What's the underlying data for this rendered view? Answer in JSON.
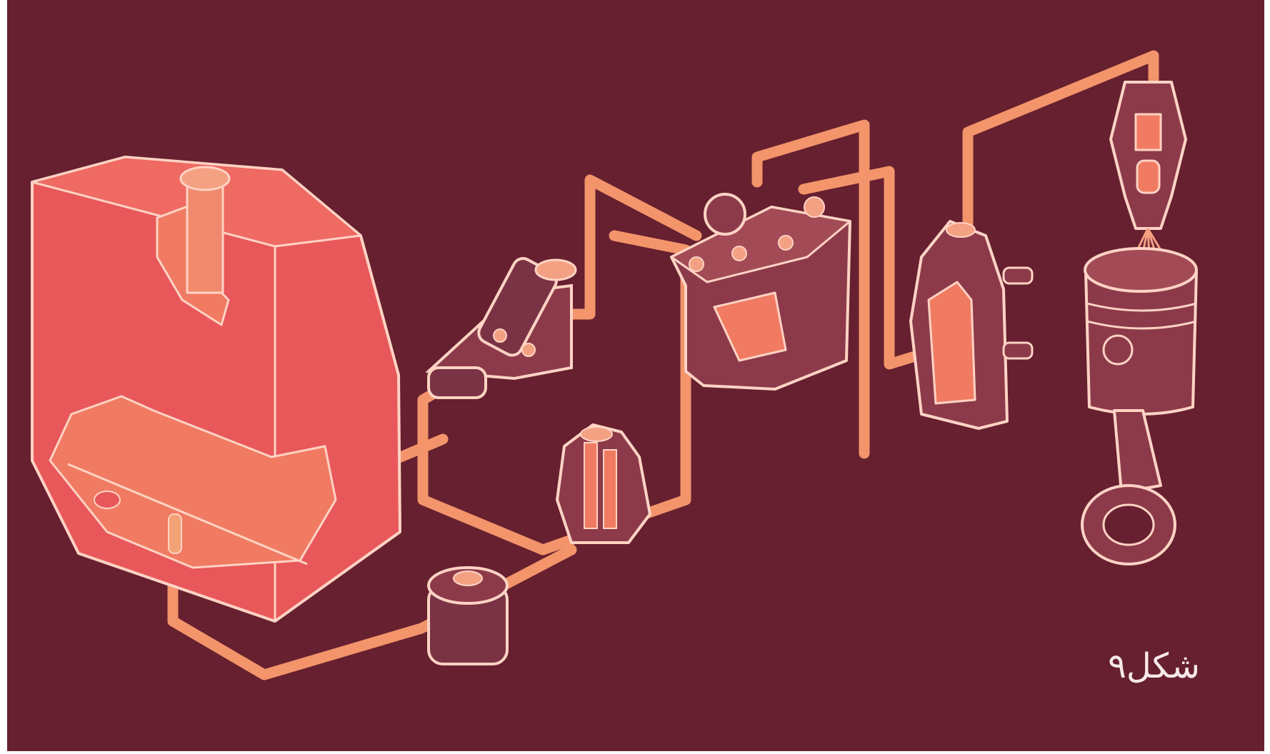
{
  "figure": {
    "caption": "شکل۹",
    "colors": {
      "background": "#66202f",
      "pipe": "#f3946b",
      "outline": "#ffd3c4",
      "tank_fill": "#e8585a",
      "part_fill": "#8c3a4a",
      "light_fill": "#f07b62"
    },
    "components": [
      {
        "name": "fuel-tank",
        "icon": "fuel-tank-icon"
      },
      {
        "name": "sediment-bowl",
        "icon": "sediment-bowl-icon"
      },
      {
        "name": "fuel-filter",
        "icon": "filter-icon"
      },
      {
        "name": "transfer-pump",
        "icon": "pump-icon"
      },
      {
        "name": "primary-filter",
        "icon": "filter-housing-icon"
      },
      {
        "name": "injection-pump",
        "icon": "injection-pump-icon"
      },
      {
        "name": "injector-nozzle",
        "icon": "nozzle-icon"
      },
      {
        "name": "piston-and-rod",
        "icon": "piston-icon"
      }
    ]
  }
}
